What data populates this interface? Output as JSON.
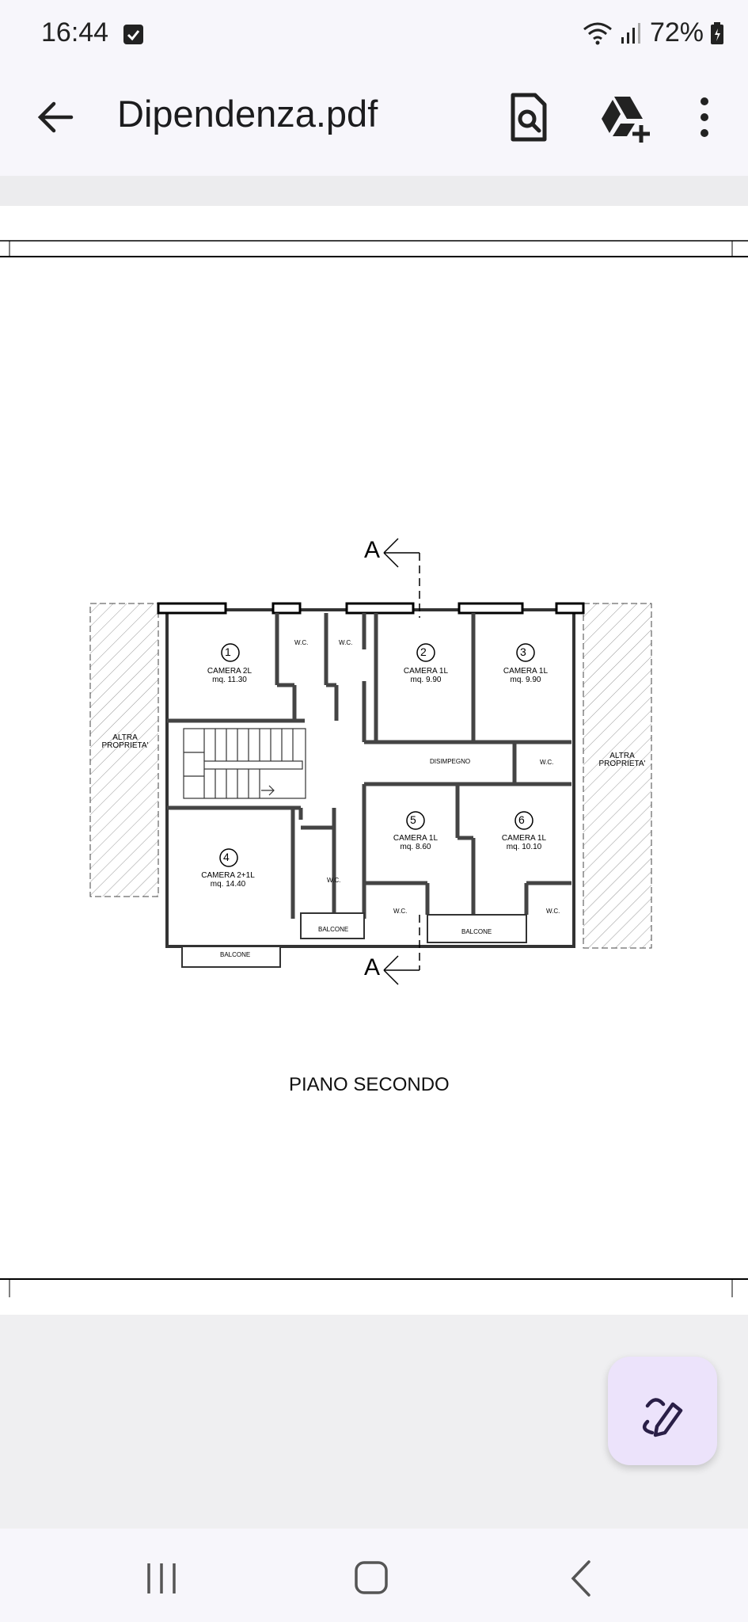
{
  "status": {
    "time": "16:44",
    "battery": "72%"
  },
  "appbar": {
    "title": "Dipendenza.pdf",
    "icons": [
      "back-arrow-icon",
      "search-document-icon",
      "drive-add-icon",
      "more-vert-icon"
    ]
  },
  "plan": {
    "section_mark": "A",
    "floor_title": "PIANO SECONDO",
    "neighbor_label": "ALTRA\nPROPRIETA'",
    "rooms": [
      {
        "num": "1",
        "name": "CAMERA  2L",
        "area": "mq.  11.30"
      },
      {
        "num": "2",
        "name": "CAMERA  1L",
        "area": "mq.  9.90"
      },
      {
        "num": "3",
        "name": "CAMERA  1L",
        "area": "mq.  9.90"
      },
      {
        "num": "4",
        "name": "CAMERA  2+1L",
        "area": "mq.  14.40"
      },
      {
        "num": "5",
        "name": "CAMERA  1L",
        "area": "mq.  8.60"
      },
      {
        "num": "6",
        "name": "CAMERA  1L",
        "area": "mq.  10.10"
      }
    ],
    "labels": {
      "wc": "W.C.",
      "disimpegno": "DISIMPEGNO",
      "balcone": "BALCONE"
    }
  },
  "fab": {
    "icon": "edit-pen-icon"
  },
  "nav": {
    "icons": [
      "recents-icon",
      "home-icon",
      "back-icon"
    ]
  }
}
